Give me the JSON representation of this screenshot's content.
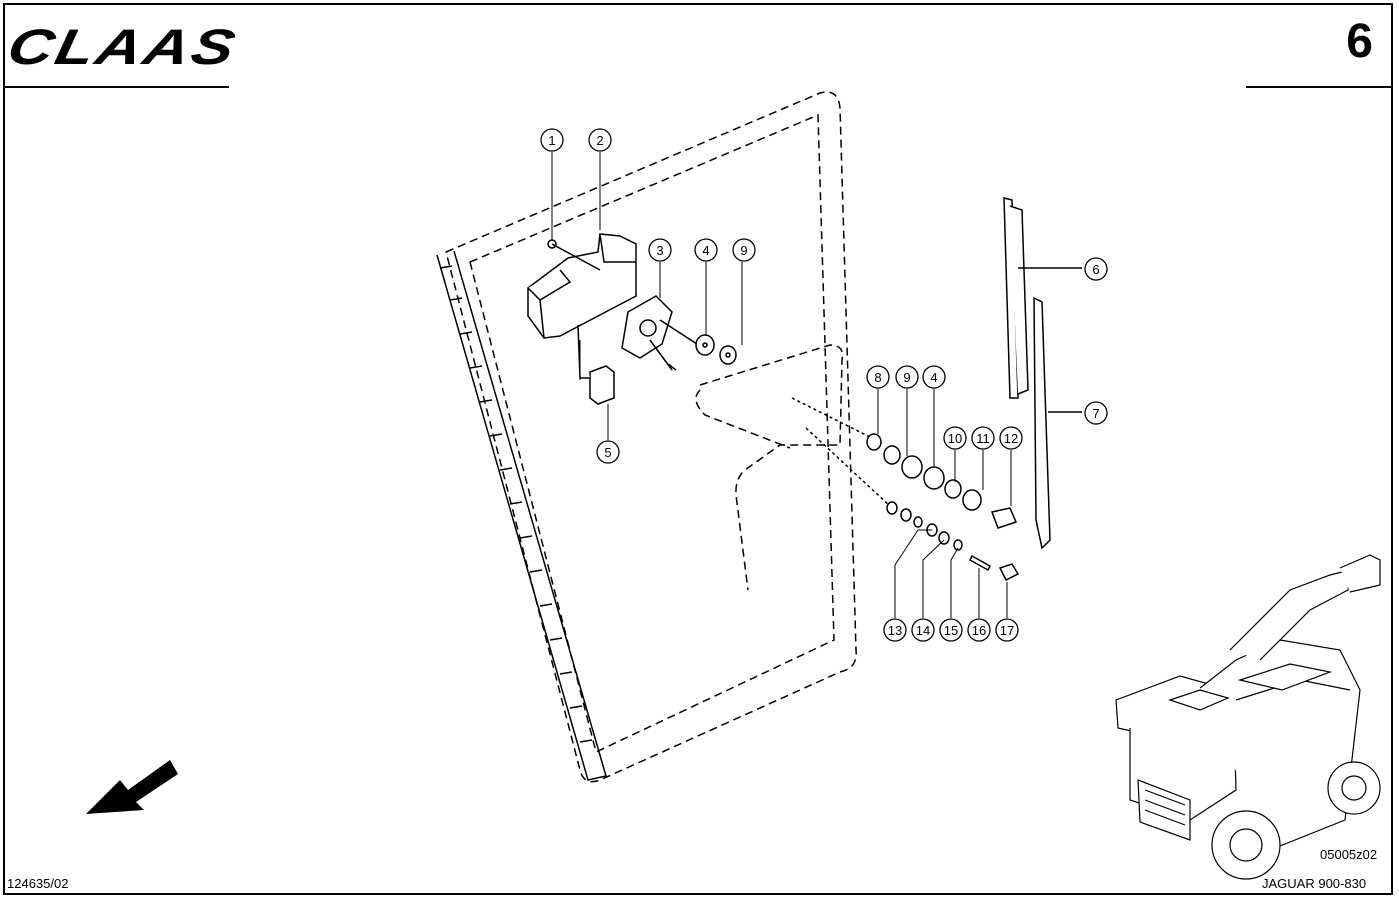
{
  "header": {
    "brand": "CLAAS",
    "page_number": "6"
  },
  "footer": {
    "drawing_number": "124635/02",
    "image_code": "05005z02",
    "model": "JAGUAR 900-830"
  },
  "callouts": [
    {
      "label": "1"
    },
    {
      "label": "2"
    },
    {
      "label": "3"
    },
    {
      "label": "4"
    },
    {
      "label": "9"
    },
    {
      "label": "5"
    },
    {
      "label": "6"
    },
    {
      "label": "7"
    },
    {
      "label": "8"
    },
    {
      "label": "9"
    },
    {
      "label": "4"
    },
    {
      "label": "10"
    },
    {
      "label": "11"
    },
    {
      "label": "12"
    },
    {
      "label": "13"
    },
    {
      "label": "14"
    },
    {
      "label": "15"
    },
    {
      "label": "16"
    },
    {
      "label": "17"
    }
  ]
}
